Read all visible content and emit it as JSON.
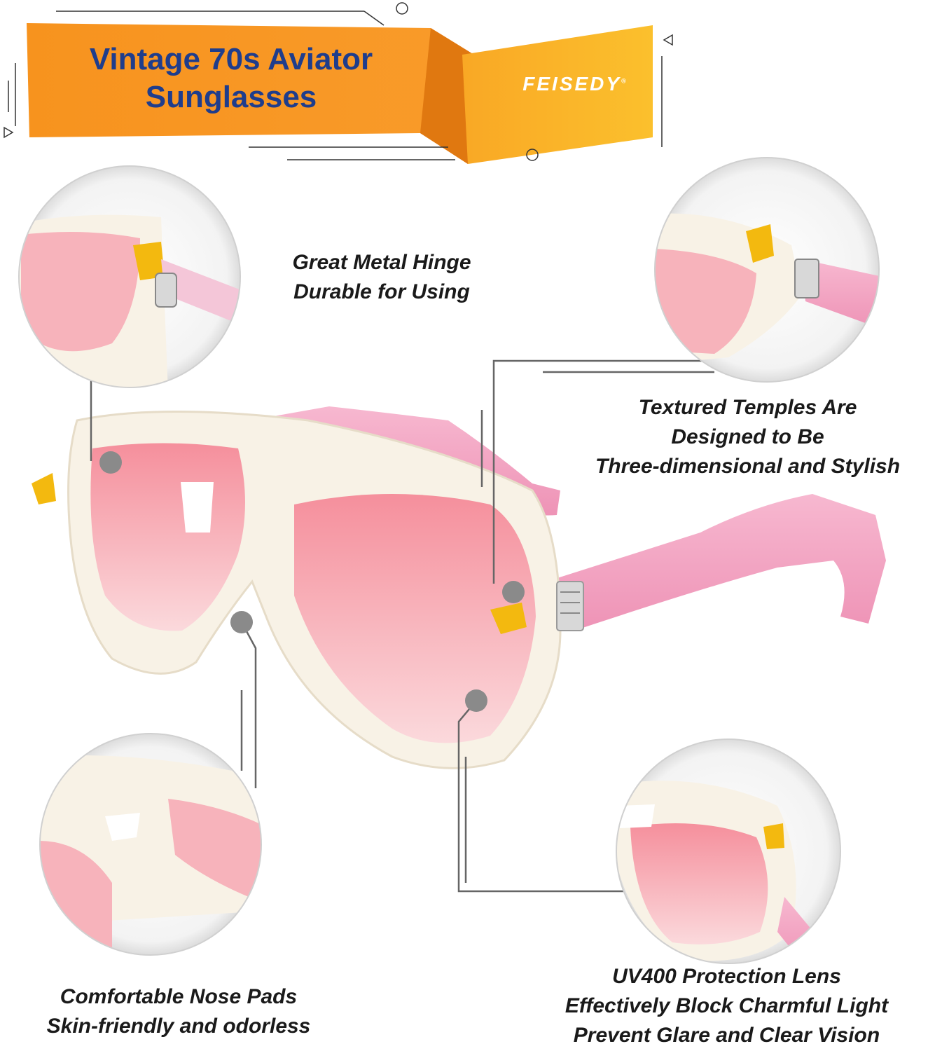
{
  "banner": {
    "title_line1": "Vintage 70s Aviator",
    "title_line2": "Sunglasses",
    "brand": "FEISEDY",
    "brand_mark": "®"
  },
  "features": [
    {
      "line1": "Great Metal Hinge",
      "line2": "Durable for Using"
    },
    {
      "line1": "Textured Temples Are",
      "line2": "Designed to Be",
      "line3": "Three-dimensional and Stylish"
    },
    {
      "line1": "Comfortable Nose Pads",
      "line2": "Skin-friendly and odorless"
    },
    {
      "line1": "UV400 Protection Lens",
      "line2": "Effectively Block Charmful Light",
      "line3": "Prevent Glare and Clear Vision"
    }
  ],
  "colors": {
    "banner_orange": "#f7931e",
    "banner_yellow": "#fbb03b",
    "title_blue": "#1f3d8c",
    "frame_cream": "#f8f2e6",
    "lens_pink": "#f5a7b0",
    "temple_pink": "#f2a6c4",
    "hinge_yellow": "#f3b90f"
  }
}
